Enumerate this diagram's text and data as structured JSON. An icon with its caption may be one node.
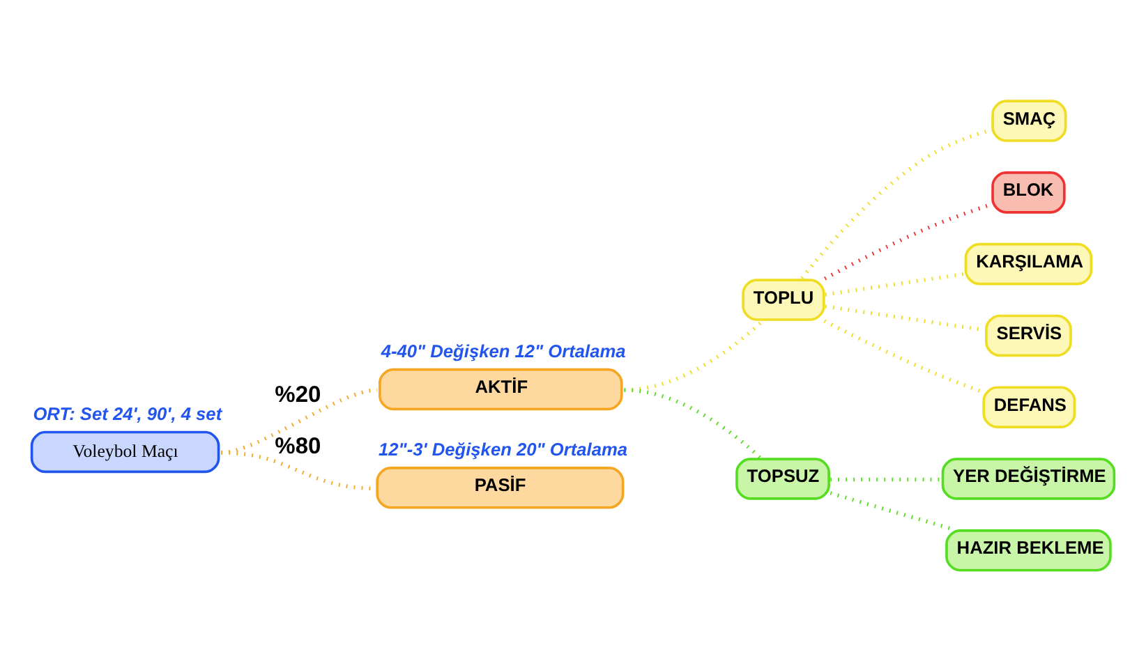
{
  "diagram": {
    "nodes": [
      {
        "text": [
          "Voleybol Maçı"
        ],
        "beside": [
          "ORT: Set 24', 90', 4 set"
        ]
      },
      {
        "text": [
          "AKTİF"
        ],
        "beside": [
          "4-40\" Değişken 12\" Ortalama"
        ]
      },
      {
        "text": [
          "PASİF"
        ],
        "beside": [
          "12\"-3' Değişken 20\" Ortalama"
        ]
      },
      {
        "text": [
          "TOPLU"
        ]
      },
      {
        "text": [
          "TOPSUZ"
        ]
      },
      {
        "text": [
          "SMAÇ"
        ]
      },
      {
        "text": [
          "BLOK"
        ]
      },
      {
        "text": [
          "KARŞILAMA"
        ]
      },
      {
        "text": [
          "SERVİS"
        ]
      },
      {
        "text": [
          "DEFANS"
        ]
      },
      {
        "text": [
          "YER DEĞİŞTİRME"
        ]
      },
      {
        "text": [
          "HAZIR BEKLEME"
        ]
      }
    ],
    "edges": [
      {
        "from": 0,
        "to": 1,
        "arrow": "none",
        "label": "%20",
        "color": "#f5a623"
      },
      {
        "from": 0,
        "to": 2,
        "arrow": "none",
        "label": "%80",
        "color": "#f5a623"
      },
      {
        "from": 1,
        "to": 3,
        "arrow": "none"
      },
      {
        "from": 1,
        "to": 4,
        "arrow": "none",
        "color": "#55dd22"
      },
      {
        "from": 3,
        "to": 5,
        "arrow": "none"
      },
      {
        "from": 3,
        "to": 6,
        "arrow": "none",
        "color": "#ee3333"
      },
      {
        "from": 3,
        "to": 7,
        "arrow": "none"
      },
      {
        "from": 3,
        "to": 8,
        "arrow": "none"
      },
      {
        "from": 3,
        "to": 9,
        "arrow": "none"
      },
      {
        "from": 4,
        "to": 10,
        "arrow": "none",
        "color": "#55dd22"
      },
      {
        "from": 4,
        "to": 11,
        "arrow": "none",
        "color": "#55dd22"
      }
    ]
  }
}
